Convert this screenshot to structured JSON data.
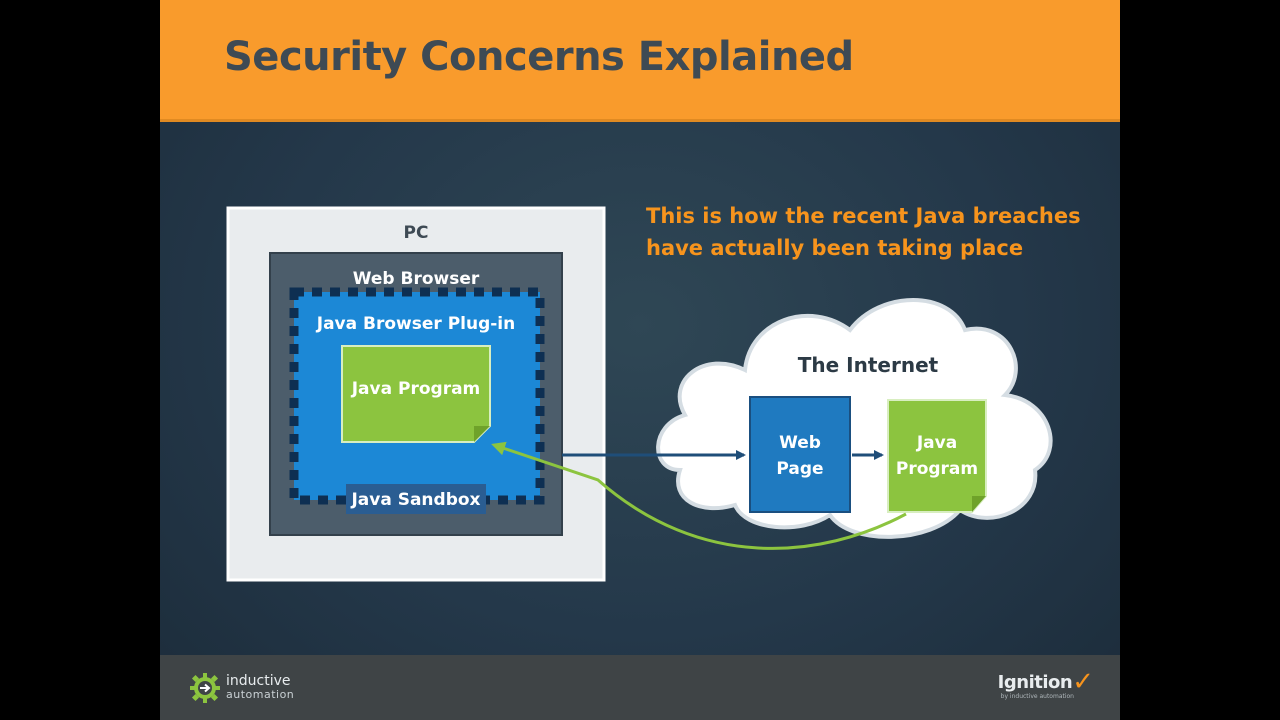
{
  "slide": {
    "title": "Security Concerns Explained",
    "callout_line1": "This is how the recent Java breaches",
    "callout_line2": "have actually been taking place"
  },
  "diagram": {
    "pc_label": "PC",
    "browser_label": "Web Browser",
    "plugin_label": "Java Browser Plug-in",
    "local_program_label": "Java Program",
    "sandbox_label": "Java Sandbox",
    "internet_label": "The Internet",
    "web_page_line1": "Web",
    "web_page_line2": "Page",
    "remote_program_line1": "Java",
    "remote_program_line2": "Program"
  },
  "footer": {
    "left_logo_line1": "inductive",
    "left_logo_line2": "automation",
    "right_logo_name": "Ignition",
    "right_logo_sub": "by inductive automation"
  },
  "colors": {
    "title_bar": "#f99b2c",
    "title_text": "#3e4a54",
    "callout_text": "#f7941d",
    "sandbox_blue": "#1c88d6",
    "program_green": "#8cc43f",
    "web_page_blue": "#1f7ac0",
    "arrow_green": "#8cc43f",
    "arrow_navy": "#1f4e79"
  },
  "icons": [
    "gear-arrow-icon",
    "checkmark-icon"
  ]
}
